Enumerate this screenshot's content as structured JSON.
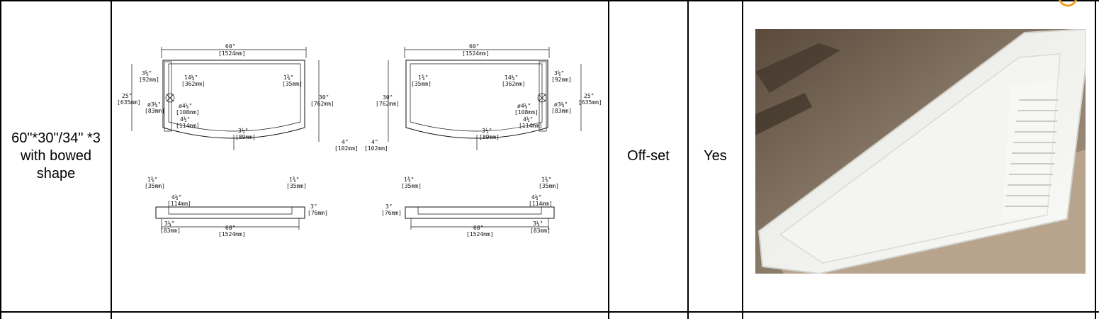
{
  "row": {
    "size_label": "60\"*30\"/34\" *3 with bowed shape",
    "drain_position": "Off-set",
    "included": "Yes"
  },
  "drawing": {
    "top_left": {
      "overall_width": "60\"",
      "overall_width_mm": "[1524mm]",
      "side_inset": "3⅝\"",
      "side_inset_mm": "[92mm]",
      "drain_offset": "14¼\"",
      "drain_offset_mm": "[362mm]",
      "end_wall": "1⅜\"",
      "end_wall_mm": "[35mm]",
      "height_left": "25\"",
      "height_left_mm": "[635mm]",
      "height_right": "30\"",
      "height_right_mm": "[762mm]",
      "drain_dia": "ø3¼\"",
      "drain_dia_mm": "[83mm]",
      "drain_outer": "ø4¼\"",
      "drain_outer_mm": "[108mm]",
      "drain_gap": "4½\"",
      "drain_gap_mm": "[114mm]",
      "bow_depth": "3½\"",
      "bow_depth_mm": "[89mm]",
      "bow_extra": "4\"",
      "bow_extra_mm": "[102mm]"
    },
    "top_right": {
      "overall_width": "60\"",
      "overall_width_mm": "[1524mm]",
      "end_wall": "1⅜\"",
      "end_wall_mm": "[35mm]",
      "drain_offset": "14¼\"",
      "drain_offset_mm": "[362mm]",
      "side_inset": "3⅝\"",
      "side_inset_mm": "[92mm]",
      "height_left": "30\"",
      "height_left_mm": "[762mm]",
      "height_right": "25\"",
      "height_right_mm": "[635mm]",
      "drain_outer": "ø4¼\"",
      "drain_outer_mm": "[108mm]",
      "drain_dia": "ø3¼\"",
      "drain_dia_mm": "[83mm]",
      "drain_gap": "4½\"",
      "drain_gap_mm": "[114mm]",
      "bow_depth": "3½\"",
      "bow_depth_mm": "[89mm]",
      "bow_extra": "4\"",
      "bow_extra_mm": "[102mm]"
    },
    "side_left": {
      "wall_left": "1⅜\"",
      "wall_left_mm": "[35mm]",
      "wall_right": "1⅜\"",
      "wall_right_mm": "[35mm]",
      "drain_gap": "4½\"",
      "drain_gap_mm": "[114mm]",
      "depth": "3\"",
      "depth_mm": "[76mm]",
      "side_inset": "3¼\"",
      "side_inset_mm": "[83mm]",
      "length": "60\"",
      "length_mm": "[1524mm]"
    },
    "side_right": {
      "wall_left": "1⅜\"",
      "wall_left_mm": "[35mm]",
      "wall_right": "1⅜\"",
      "wall_right_mm": "[35mm]",
      "drain_gap": "4½\"",
      "drain_gap_mm": "[114mm]",
      "depth": "3\"",
      "depth_mm": "[76mm]",
      "side_inset": "3¼\"",
      "side_inset_mm": "[83mm]",
      "length": "60\"",
      "length_mm": "[1524mm]"
    }
  },
  "colors": {
    "grid": "#000000",
    "logo": "#f0a020"
  }
}
